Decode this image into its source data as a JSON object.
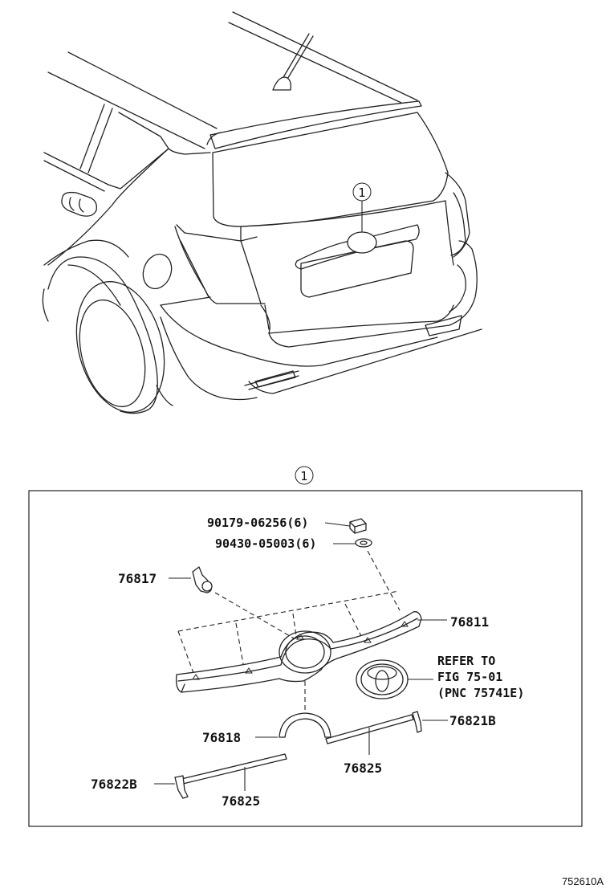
{
  "callout_number": "1",
  "part_labels": {
    "nut": "90179-06256(6)",
    "washer": "90430-05003(6)",
    "clip": "76817",
    "garnish": "76811",
    "refer_line1": "REFER TO",
    "refer_line2": "FIG 75-01",
    "refer_line3": "(PNC 75741E)",
    "moulding_center": "76818",
    "moulding_right_end": "76821B",
    "moulding_right": "76825",
    "moulding_left_end": "76822B",
    "moulding_left": "76825"
  },
  "figure_id": "752610A"
}
